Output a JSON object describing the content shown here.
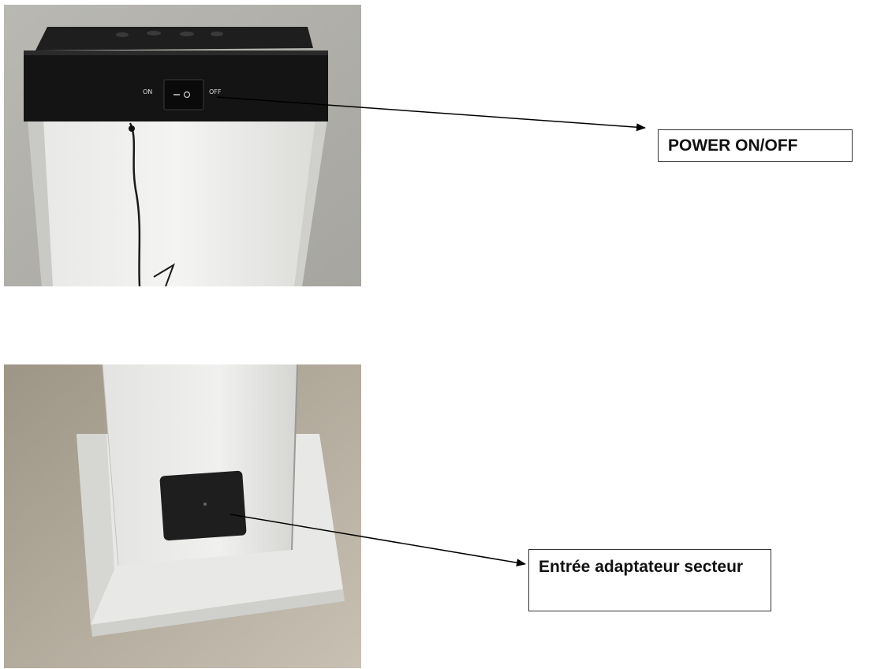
{
  "switch_panel": {
    "on_label": "ON",
    "off_label": "OFF"
  },
  "callouts": {
    "power": "POWER ON/OFF",
    "adapter": "Entrée adaptateur secteur"
  }
}
